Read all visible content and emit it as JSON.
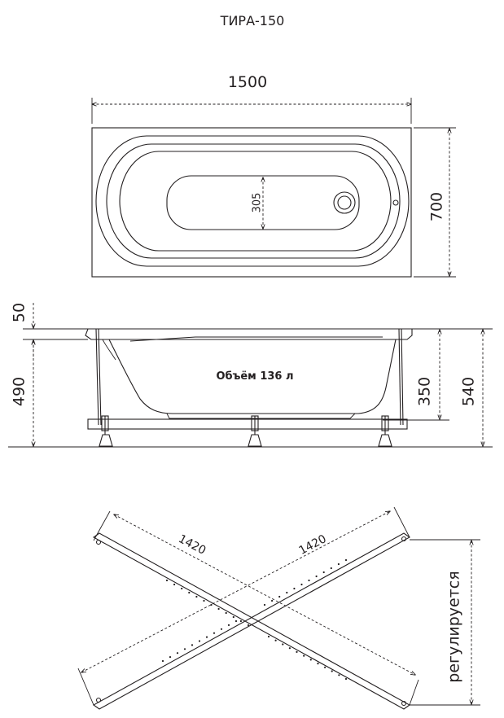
{
  "title": "ТИРА-150",
  "top_view": {
    "length": "1500",
    "width": "700",
    "bottom_width": "305"
  },
  "side_view": {
    "volume": "Объём 136 л",
    "rim_height": "50",
    "leg_height": "490",
    "depth": "350",
    "total_height": "540"
  },
  "frame_view": {
    "beam_a_length": "1420",
    "beam_b_length": "1420",
    "adjustable": "регулируется"
  },
  "colors": {
    "ink": "#231f20",
    "background": "#ffffff"
  }
}
